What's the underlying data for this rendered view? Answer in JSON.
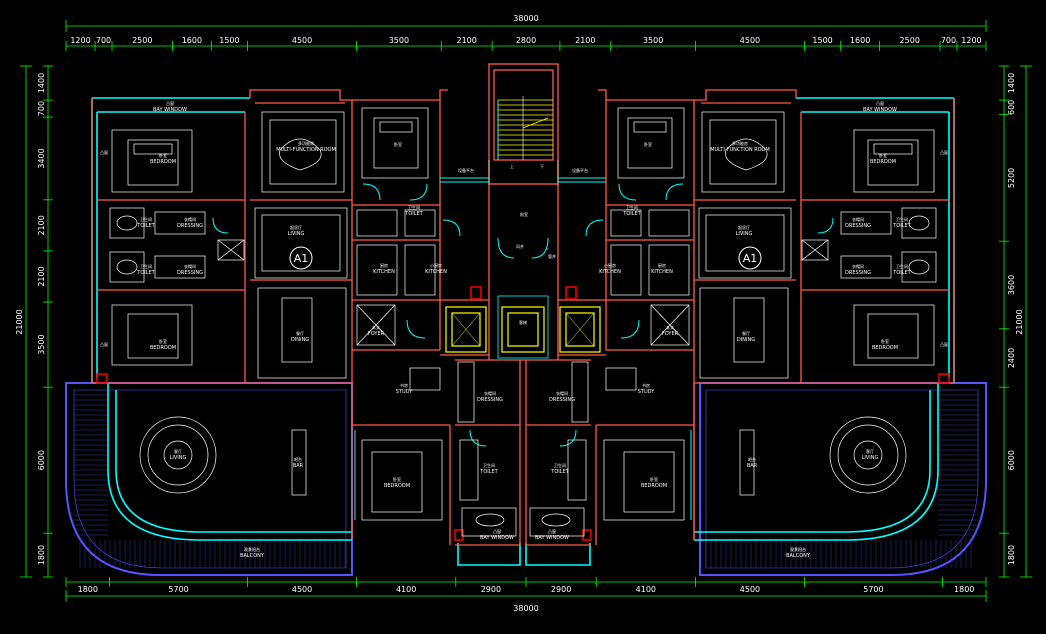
{
  "dimensions": {
    "overall_width": "38000",
    "overall_height": "21000",
    "top_segments": [
      "1200",
      "700",
      "2500",
      "1600",
      "1500",
      "4500",
      "3500",
      "2100",
      "2800",
      "2100",
      "3500",
      "4500",
      "1500",
      "1600",
      "2500",
      "700",
      "1200"
    ],
    "bottom_segments": [
      "1800",
      "5700",
      "4500",
      "4100",
      "2900",
      "2900",
      "4100",
      "4500",
      "5700",
      "1800"
    ],
    "left_segments": [
      "1400",
      "700",
      "3400",
      "2100",
      "2100",
      "3500",
      "6000",
      "1800"
    ],
    "right_segments": [
      "1400",
      "600",
      "5200",
      "3600",
      "2400",
      "6000",
      "1800"
    ]
  },
  "unit_tags": {
    "left": "A1",
    "right": "A1"
  },
  "rooms": {
    "bay_window_left": {
      "zh": "凸窗",
      "en": "BAY WINDOW"
    },
    "bay_window_right": {
      "zh": "凸窗",
      "en": "BAY WINDOW"
    },
    "multi_left": {
      "zh": "多功能房",
      "en": "MULTI-FUNCTION ROOM"
    },
    "multi_right": {
      "zh": "多功能房",
      "en": "MULTI-FUNCTION ROOM"
    },
    "bedroom_tl_left": {
      "zh": "卧室",
      "en": "BEDROOM"
    },
    "bedroom_tl_right": {
      "zh": "卧室",
      "en": "BEDROOM"
    },
    "bedroom_inner_left": {
      "zh": "卧室",
      "en": ""
    },
    "bedroom_inner_right": {
      "zh": "卧室",
      "en": ""
    },
    "toilet1_left": {
      "zh": "卫生间",
      "en": "TOILET"
    },
    "toilet2_left": {
      "zh": "卫生间",
      "en": "TOILET"
    },
    "toilet1_right": {
      "zh": "卫生间",
      "en": "TOILET"
    },
    "toilet2_right": {
      "zh": "卫生间",
      "en": "TOILET"
    },
    "dressing1_left": {
      "zh": "衣帽间",
      "en": "DRESSING"
    },
    "dressing2_left": {
      "zh": "衣帽间",
      "en": "DRESSING"
    },
    "dressing1_right": {
      "zh": "衣帽间",
      "en": "DRESSING"
    },
    "dressing2_right": {
      "zh": "衣帽间",
      "en": "DRESSING"
    },
    "living_left": {
      "zh": "起居厅",
      "en": "LIVING"
    },
    "living_right": {
      "zh": "起居厅",
      "en": "LIVING"
    },
    "kitchen1_left": {
      "zh": "厨房",
      "en": "KITCHEN"
    },
    "kitchen2_left": {
      "zh": "小厨房",
      "en": "KITCHEN"
    },
    "kitchen1_right": {
      "zh": "厨房",
      "en": "KITCHEN"
    },
    "kitchen2_right": {
      "zh": "小厨房",
      "en": "KITCHEN"
    },
    "toilet_small_left": {
      "zh": "卫生间",
      "en": "TOILET"
    },
    "toilet_small_right": {
      "zh": "卫生间",
      "en": "TOILET"
    },
    "dining_left": {
      "zh": "餐厅",
      "en": "DINING"
    },
    "dining_right": {
      "zh": "餐厅",
      "en": "DINING"
    },
    "bedroom_ml_left": {
      "zh": "卧室",
      "en": "BEDROOM"
    },
    "bedroom_ml_right": {
      "zh": "卧室",
      "en": "BEDROOM"
    },
    "foyer_left": {
      "zh": "玄关",
      "en": "FOYER"
    },
    "foyer_right": {
      "zh": "玄关",
      "en": "FOYER"
    },
    "study_left": {
      "zh": "书房",
      "en": "STUDY"
    },
    "study_right": {
      "zh": "书房",
      "en": "STUDY"
    },
    "dressing_c_left": {
      "zh": "衣帽间",
      "en": "DRESSING"
    },
    "dressing_c_right": {
      "zh": "衣帽间",
      "en": "DRESSING"
    },
    "living_b_left": {
      "zh": "客厅",
      "en": "LIVING"
    },
    "living_b_right": {
      "zh": "客厅",
      "en": "LIVING"
    },
    "bar_left": {
      "zh": "吧台",
      "en": "BAR"
    },
    "bar_right": {
      "zh": "吧台",
      "en": "BAR"
    },
    "bedroom_b_left": {
      "zh": "卧室",
      "en": "BEDROOM"
    },
    "bedroom_b_right": {
      "zh": "卧室",
      "en": "BEDROOM"
    },
    "toilet_b_left": {
      "zh": "卫生间",
      "en": "TOILET"
    },
    "toilet_b_right": {
      "zh": "卫生间",
      "en": "TOILET"
    },
    "bay_b_left": {
      "zh": "凸窗",
      "en": "BAY WINDOW"
    },
    "bay_b_right": {
      "zh": "凸窗",
      "en": "BAY WINDOW"
    },
    "balcony_left": {
      "zh": "观景阳台",
      "en": "BALCONY"
    },
    "balcony_right": {
      "zh": "观景阳台",
      "en": "BALCONY"
    },
    "platform_left": {
      "zh": "设备平台",
      "en": ""
    },
    "platform_right": {
      "zh": "设备平台",
      "en": ""
    },
    "core_lobby": {
      "zh": "前室",
      "en": ""
    },
    "core_wind": {
      "zh": "风井",
      "en": ""
    },
    "core_elevator": {
      "zh": "客梯",
      "en": ""
    },
    "core_pipe": {
      "zh": "管井",
      "en": ""
    },
    "side_window_l1": {
      "zh": "凸窗",
      "en": ""
    },
    "side_window_l2": {
      "zh": "凸窗",
      "en": ""
    },
    "side_window_r1": {
      "zh": "凸窗",
      "en": ""
    },
    "side_window_r2": {
      "zh": "凸窗",
      "en": ""
    }
  },
  "stair_marks": {
    "down": "上",
    "up": "下"
  },
  "colors": {
    "background": "#000000",
    "wall_cyan": "#00ffff",
    "wall_red": "#ff5a4a",
    "dimension_green": "#00ff00",
    "furniture_white": "#ffffff",
    "balcony_blue": "#5555ff",
    "stair_yellow": "#ffff00"
  }
}
